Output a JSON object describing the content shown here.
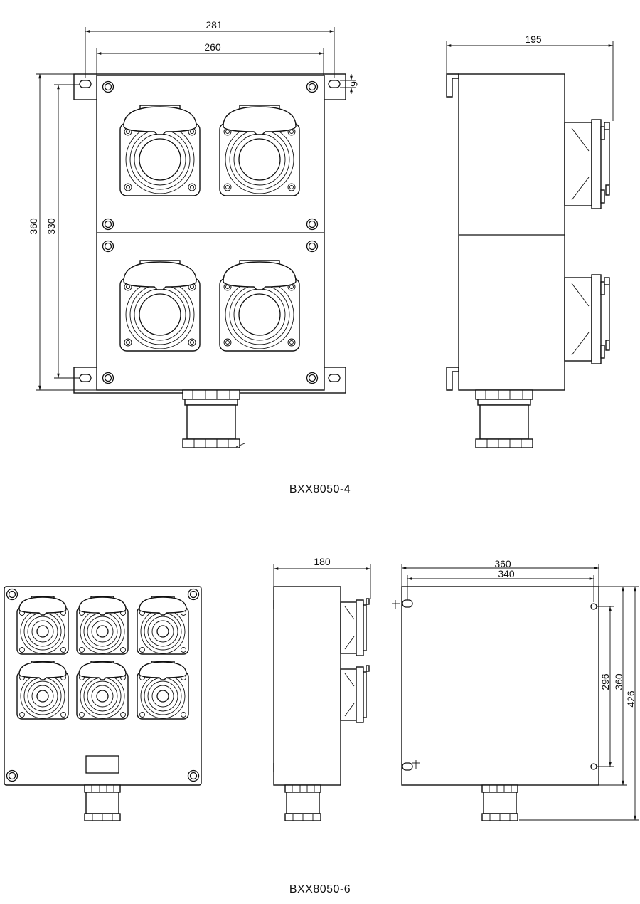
{
  "drawing_a": {
    "caption": "BXX8050-4",
    "front_dims": {
      "overall_width": "281",
      "body_width": "260",
      "overall_height": "360",
      "mount_height": "330",
      "slot_size": "9"
    },
    "side_dims": {
      "depth": "195"
    }
  },
  "drawing_b": {
    "caption": "BXX8050-6",
    "side_dims": {
      "depth": "180"
    },
    "back_dims": {
      "overall_width": "360",
      "mount_width": "340",
      "hole_spacing": "296",
      "body_height": "360",
      "overall_height": "426"
    }
  }
}
